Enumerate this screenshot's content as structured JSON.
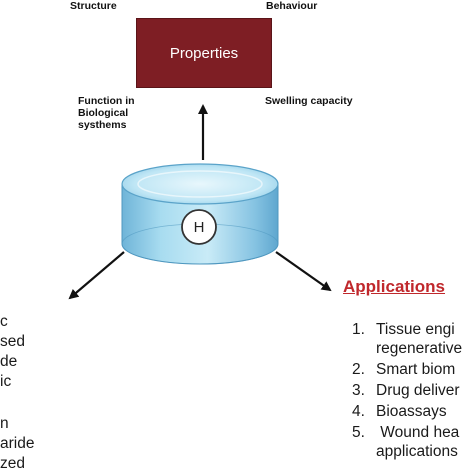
{
  "top_labels": {
    "structure": "Structure",
    "behaviour": "Behaviour",
    "function_line1": "Function in",
    "function_line2": "Biological",
    "function_line3": "systhems",
    "swelling": "Swelling capacity"
  },
  "properties_box": {
    "label": "Properties",
    "color": "#7e1e24"
  },
  "hydrogel": {
    "badge": "H",
    "color": "#8fc9e6"
  },
  "applications": {
    "title": "Applications",
    "title_color": "#c0282c",
    "items": [
      {
        "num": "1.",
        "text": "Tissue engi",
        "cont": "regenerative"
      },
      {
        "num": "2.",
        "text": "Smart biom",
        "cont": ""
      },
      {
        "num": "3.",
        "text": "Drug deliver",
        "cont": ""
      },
      {
        "num": "4.",
        "text": "Bioassays",
        "cont": ""
      },
      {
        "num": "5.",
        "text": " Wound hea",
        "cont": "applications"
      }
    ]
  },
  "left_fragments": [
    "c",
    "sed",
    "de",
    "ic",
    "n",
    "aride",
    "zed"
  ]
}
